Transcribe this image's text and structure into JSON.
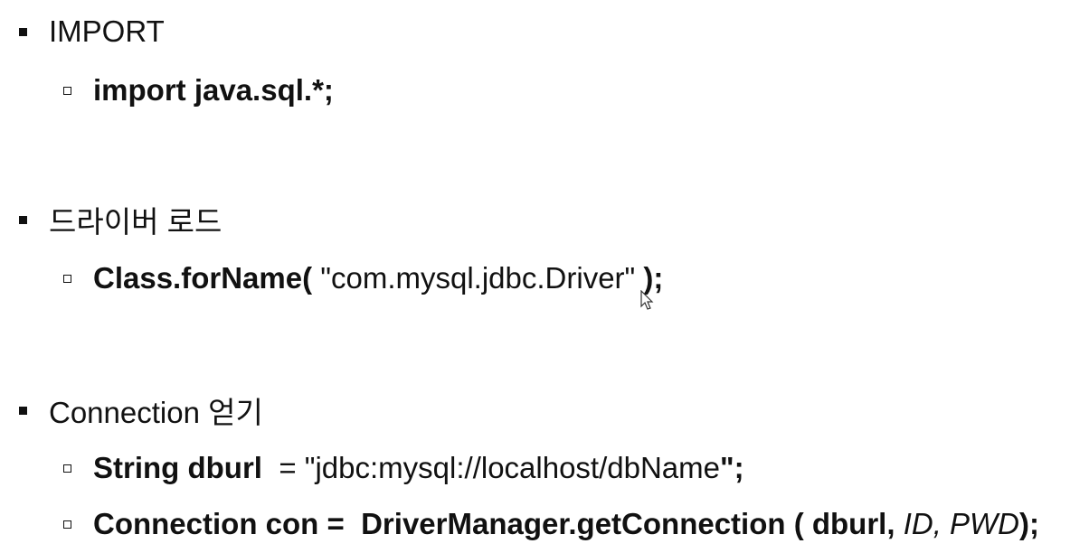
{
  "sections": [
    {
      "heading": "IMPORT",
      "items": [
        {
          "parts": [
            "import java.sql.*;"
          ]
        }
      ]
    },
    {
      "heading": "드라이버 로드",
      "items": [
        {
          "parts": [
            "Class.forName(",
            " \"com.mysql.jdbc.Driver\" ",
            ");"
          ]
        }
      ]
    },
    {
      "heading": "Connection 얻기",
      "items": [
        {
          "parts": [
            "String dburl",
            "  = \"jdbc:mysql://localhost/dbName",
            "\";"
          ]
        },
        {
          "parts": [
            "Connection con =  DriverManager.getConnection ( dburl, ",
            "ID, PWD",
            ");"
          ]
        }
      ]
    }
  ],
  "icons": {
    "level1_bullet": "filled-square-bullet",
    "level2_bullet": "hollow-square-bullet",
    "cursor": "mouse-pointer-icon"
  }
}
